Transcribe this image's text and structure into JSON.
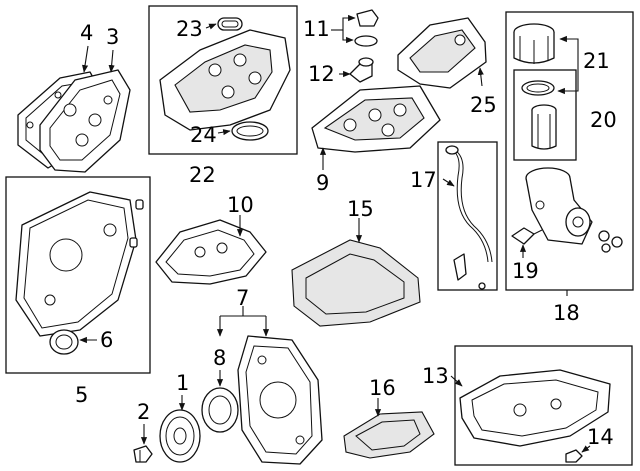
{
  "callouts": [
    {
      "id": "c1",
      "text": "1"
    },
    {
      "id": "c2",
      "text": "2"
    },
    {
      "id": "c3",
      "text": "3"
    },
    {
      "id": "c4",
      "text": "4"
    },
    {
      "id": "c5",
      "text": "5"
    },
    {
      "id": "c6",
      "text": "6"
    },
    {
      "id": "c7",
      "text": "7"
    },
    {
      "id": "c8",
      "text": "8"
    },
    {
      "id": "c9",
      "text": "9"
    },
    {
      "id": "c10",
      "text": "10"
    },
    {
      "id": "c11",
      "text": "11"
    },
    {
      "id": "c12",
      "text": "12"
    },
    {
      "id": "c13",
      "text": "13"
    },
    {
      "id": "c14",
      "text": "14"
    },
    {
      "id": "c15",
      "text": "15"
    },
    {
      "id": "c16",
      "text": "16"
    },
    {
      "id": "c17",
      "text": "17"
    },
    {
      "id": "c18",
      "text": "18"
    },
    {
      "id": "c19",
      "text": "19"
    },
    {
      "id": "c20",
      "text": "20"
    },
    {
      "id": "c21",
      "text": "21"
    },
    {
      "id": "c22",
      "text": "22"
    },
    {
      "id": "c23",
      "text": "23"
    },
    {
      "id": "c24",
      "text": "24"
    },
    {
      "id": "c25",
      "text": "25"
    }
  ]
}
